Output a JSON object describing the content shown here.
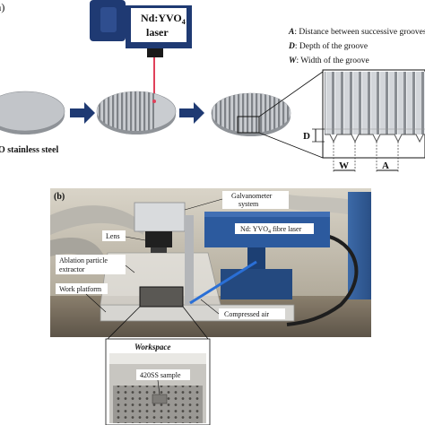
{
  "panel_a": {
    "label": "a)",
    "laser_line1": "Nd:YVO",
    "laser_sub": "4",
    "laser_line2": "laser",
    "material": "O stainless steel",
    "legend": [
      {
        "key": "A",
        "text": ": Distance between successive grooves"
      },
      {
        "key": "D",
        "text": ": Depth of the groove"
      },
      {
        "key": "W",
        "text": ": Width of the groove"
      }
    ],
    "dim_d": "D",
    "dim_w": "W",
    "dim_a": "A"
  },
  "panel_b": {
    "label": "(b)",
    "callouts": {
      "galvanometer": [
        "Galvanometer",
        "system"
      ],
      "fibre_laser": "Nd: YVO",
      "fibre_laser_sub": "4",
      "fibre_laser_tail": " fibre laser",
      "lens": "Lens",
      "extractor": [
        "Ablation particle",
        "extractor"
      ],
      "platform": "Work platform",
      "air": "Compressed air"
    },
    "workspace_title": "Workspace",
    "sample_label": "420SS sample"
  },
  "colors": {
    "laser_box": "#1f3a73",
    "beam": "#e0405a",
    "arrow": "#1f3a73",
    "disc_top": "#bfc2c6",
    "disc_side": "#8f9398"
  }
}
